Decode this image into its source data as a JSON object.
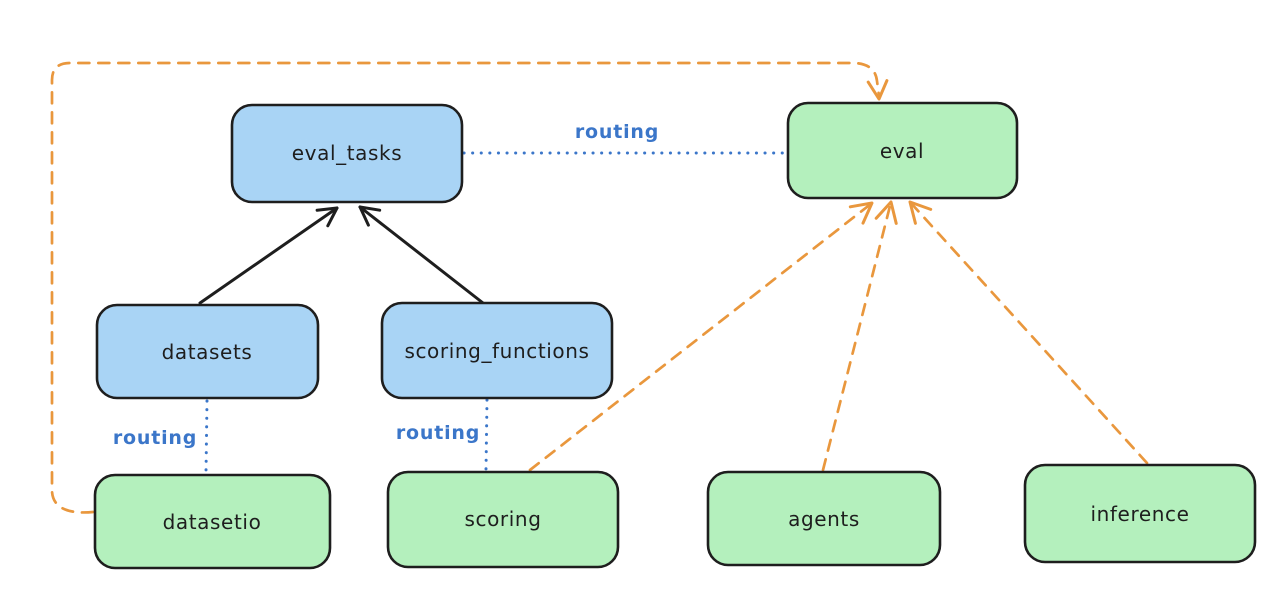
{
  "diagram": {
    "description": "Architecture diagram showing eval routing between resource registries and API providers",
    "colors": {
      "background": "#ffffff",
      "node_blue_fill": "#a9d4f5",
      "node_green_fill": "#b4f0bd",
      "node_stroke": "#1e1e1e",
      "solid_edge": "#1e1e1e",
      "routing_blue": "#3b76c9",
      "dashed_orange": "#e9973d"
    },
    "nodes": [
      {
        "id": "eval_tasks",
        "label": "eval_tasks",
        "fill": "#a9d4f5",
        "stroke": "#1e1e1e"
      },
      {
        "id": "eval",
        "label": "eval",
        "fill": "#b4f0bd",
        "stroke": "#1e1e1e"
      },
      {
        "id": "datasets",
        "label": "datasets",
        "fill": "#a9d4f5",
        "stroke": "#1e1e1e"
      },
      {
        "id": "scoring_functions",
        "label": "scoring_functions",
        "fill": "#a9d4f5",
        "stroke": "#1e1e1e"
      },
      {
        "id": "datasetio",
        "label": "datasetio",
        "fill": "#b4f0bd",
        "stroke": "#1e1e1e"
      },
      {
        "id": "scoring",
        "label": "scoring",
        "fill": "#b4f0bd",
        "stroke": "#1e1e1e"
      },
      {
        "id": "agents",
        "label": "agents",
        "fill": "#b4f0bd",
        "stroke": "#1e1e1e"
      },
      {
        "id": "inference",
        "label": "inference",
        "fill": "#b4f0bd",
        "stroke": "#1e1e1e"
      }
    ],
    "edges": [
      {
        "from": "datasets",
        "to": "eval_tasks",
        "style": "solid-arrow",
        "color": "#1e1e1e",
        "label": ""
      },
      {
        "from": "scoring_functions",
        "to": "eval_tasks",
        "style": "solid-arrow",
        "color": "#1e1e1e",
        "label": ""
      },
      {
        "from": "eval_tasks",
        "to": "eval",
        "style": "dotted",
        "color": "#3b76c9",
        "label": "routing"
      },
      {
        "from": "datasets",
        "to": "datasetio",
        "style": "dotted",
        "color": "#3b76c9",
        "label": "routing"
      },
      {
        "from": "scoring_functions",
        "to": "scoring",
        "style": "dotted",
        "color": "#3b76c9",
        "label": "routing"
      },
      {
        "from": "datasetio",
        "to": "eval",
        "style": "dashed-arrow",
        "color": "#e9973d",
        "label": ""
      },
      {
        "from": "scoring",
        "to": "eval",
        "style": "dashed-arrow",
        "color": "#e9973d",
        "label": ""
      },
      {
        "from": "agents",
        "to": "eval",
        "style": "dashed-arrow",
        "color": "#e9973d",
        "label": ""
      },
      {
        "from": "inference",
        "to": "eval",
        "style": "dashed-arrow",
        "color": "#e9973d",
        "label": ""
      }
    ]
  }
}
